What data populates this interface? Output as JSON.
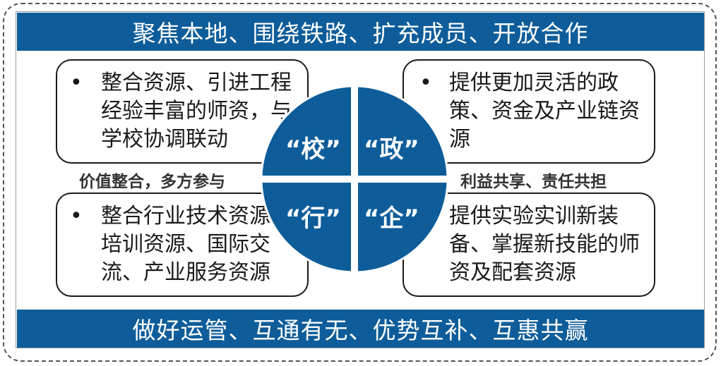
{
  "banners": {
    "top": "聚焦本地、围绕铁路、扩充成员、开放合作",
    "bottom": "做好运管、互通有无、优势互补、互惠共赢"
  },
  "boxes": {
    "top_left": "整合资源、引进工程经验丰富的师资，与学校协调联动",
    "top_right": "提供更加灵活的政策、资金及产业链资源",
    "bottom_left": "整合行业技术资源、培训资源、国际交流、产业服务资源",
    "bottom_right": "提供实验实训新装备、掌握新技能的师资及配套资源"
  },
  "bullet": "•",
  "middle_labels": {
    "left": "价值整合，多方参与",
    "right": "利益共享、责任共担"
  },
  "quadrants": {
    "top_left": "“校”",
    "top_right": "“政”",
    "bottom_left": "“行”",
    "bottom_right": "“企”"
  },
  "colors": {
    "banner": "#0e5d9a",
    "circle": "#0e5d9a"
  }
}
